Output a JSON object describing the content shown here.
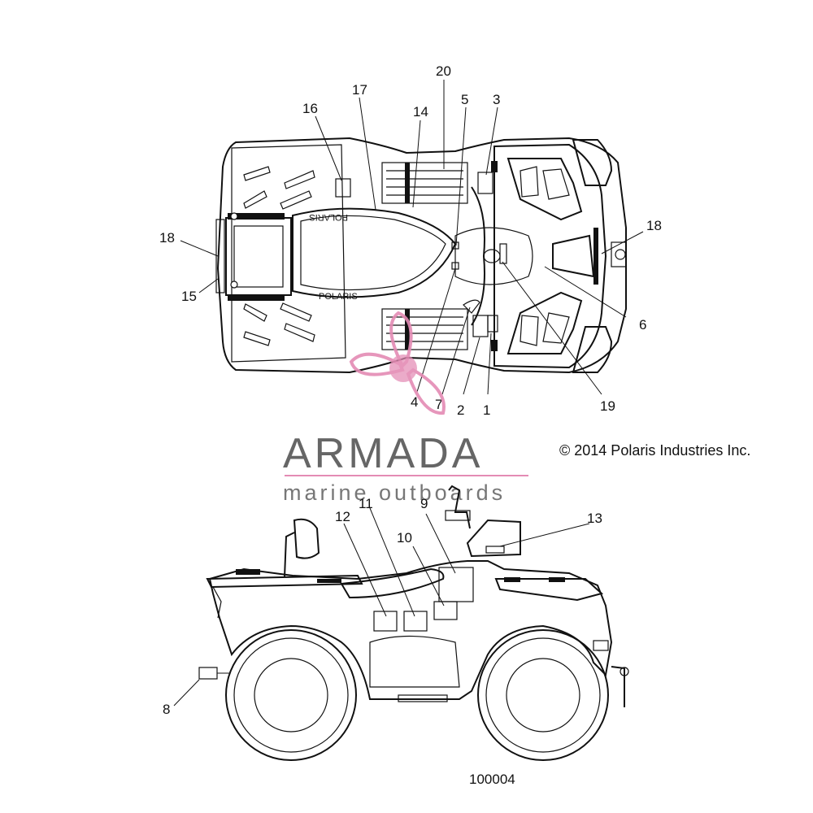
{
  "diagram": {
    "callouts": [
      {
        "id": "c20",
        "label": "20"
      },
      {
        "id": "c5",
        "label": "5"
      },
      {
        "id": "c3",
        "label": "3"
      },
      {
        "id": "c17",
        "label": "17"
      },
      {
        "id": "c16",
        "label": "16"
      },
      {
        "id": "c14",
        "label": "14"
      },
      {
        "id": "c18a",
        "label": "18"
      },
      {
        "id": "c18b",
        "label": "18"
      },
      {
        "id": "c15",
        "label": "15"
      },
      {
        "id": "c6",
        "label": "6"
      },
      {
        "id": "c19",
        "label": "19"
      },
      {
        "id": "c4",
        "label": "4"
      },
      {
        "id": "c7",
        "label": "7"
      },
      {
        "id": "c2",
        "label": "2"
      },
      {
        "id": "c1",
        "label": "1"
      },
      {
        "id": "c9",
        "label": "9"
      },
      {
        "id": "c11",
        "label": "11"
      },
      {
        "id": "c12",
        "label": "12"
      },
      {
        "id": "c10",
        "label": "10"
      },
      {
        "id": "c13",
        "label": "13"
      },
      {
        "id": "c8",
        "label": "8"
      }
    ],
    "copyright": "© 2014 Polaris Industries Inc.",
    "figure_number": "100004",
    "hood_text_top": "POLARIS",
    "hood_text_bottom": "POLARIS"
  },
  "watermark": {
    "name": "ARMADA",
    "tagline": "marine outboards",
    "color_primary": "#e48bb4",
    "color_text": "#666666"
  }
}
